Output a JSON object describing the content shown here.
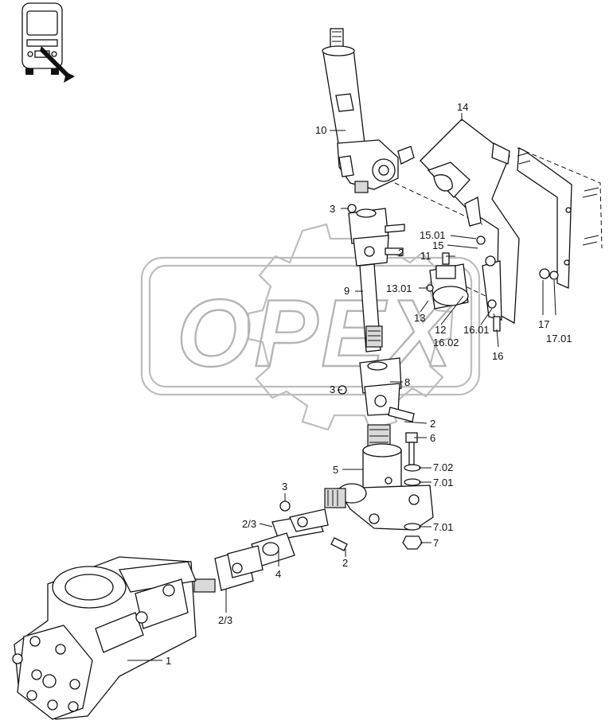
{
  "watermark": {
    "text": "OPEX"
  },
  "thumbnail": {
    "icon": "bus-front-icon"
  },
  "callouts": [
    {
      "id": "c-14",
      "text": "14"
    },
    {
      "id": "c-10",
      "text": "10"
    },
    {
      "id": "c-3a",
      "text": "3"
    },
    {
      "id": "c-15-01",
      "text": "15.01"
    },
    {
      "id": "c-15",
      "text": "15"
    },
    {
      "id": "c-2a",
      "text": "2"
    },
    {
      "id": "c-11",
      "text": "11"
    },
    {
      "id": "c-9",
      "text": "9"
    },
    {
      "id": "c-13-01",
      "text": "13.01"
    },
    {
      "id": "c-13",
      "text": "13"
    },
    {
      "id": "c-12",
      "text": "12"
    },
    {
      "id": "c-16-01",
      "text": "16.01"
    },
    {
      "id": "c-16-02",
      "text": "16.02"
    },
    {
      "id": "c-16",
      "text": "16"
    },
    {
      "id": "c-17",
      "text": "17"
    },
    {
      "id": "c-17-01",
      "text": "17.01"
    },
    {
      "id": "c-8",
      "text": "8"
    },
    {
      "id": "c-3b",
      "text": "3"
    },
    {
      "id": "c-2b",
      "text": "2"
    },
    {
      "id": "c-6",
      "text": "6"
    },
    {
      "id": "c-5",
      "text": "5"
    },
    {
      "id": "c-7-02",
      "text": "7.02"
    },
    {
      "id": "c-7-01a",
      "text": "7.01"
    },
    {
      "id": "c-3c",
      "text": "3"
    },
    {
      "id": "c-2-3a",
      "text": "2/3"
    },
    {
      "id": "c-7-01b",
      "text": "7.01"
    },
    {
      "id": "c-7",
      "text": "7"
    },
    {
      "id": "c-4",
      "text": "4"
    },
    {
      "id": "c-2c",
      "text": "2"
    },
    {
      "id": "c-2-3b",
      "text": "2/3"
    },
    {
      "id": "c-1",
      "text": "1"
    }
  ]
}
